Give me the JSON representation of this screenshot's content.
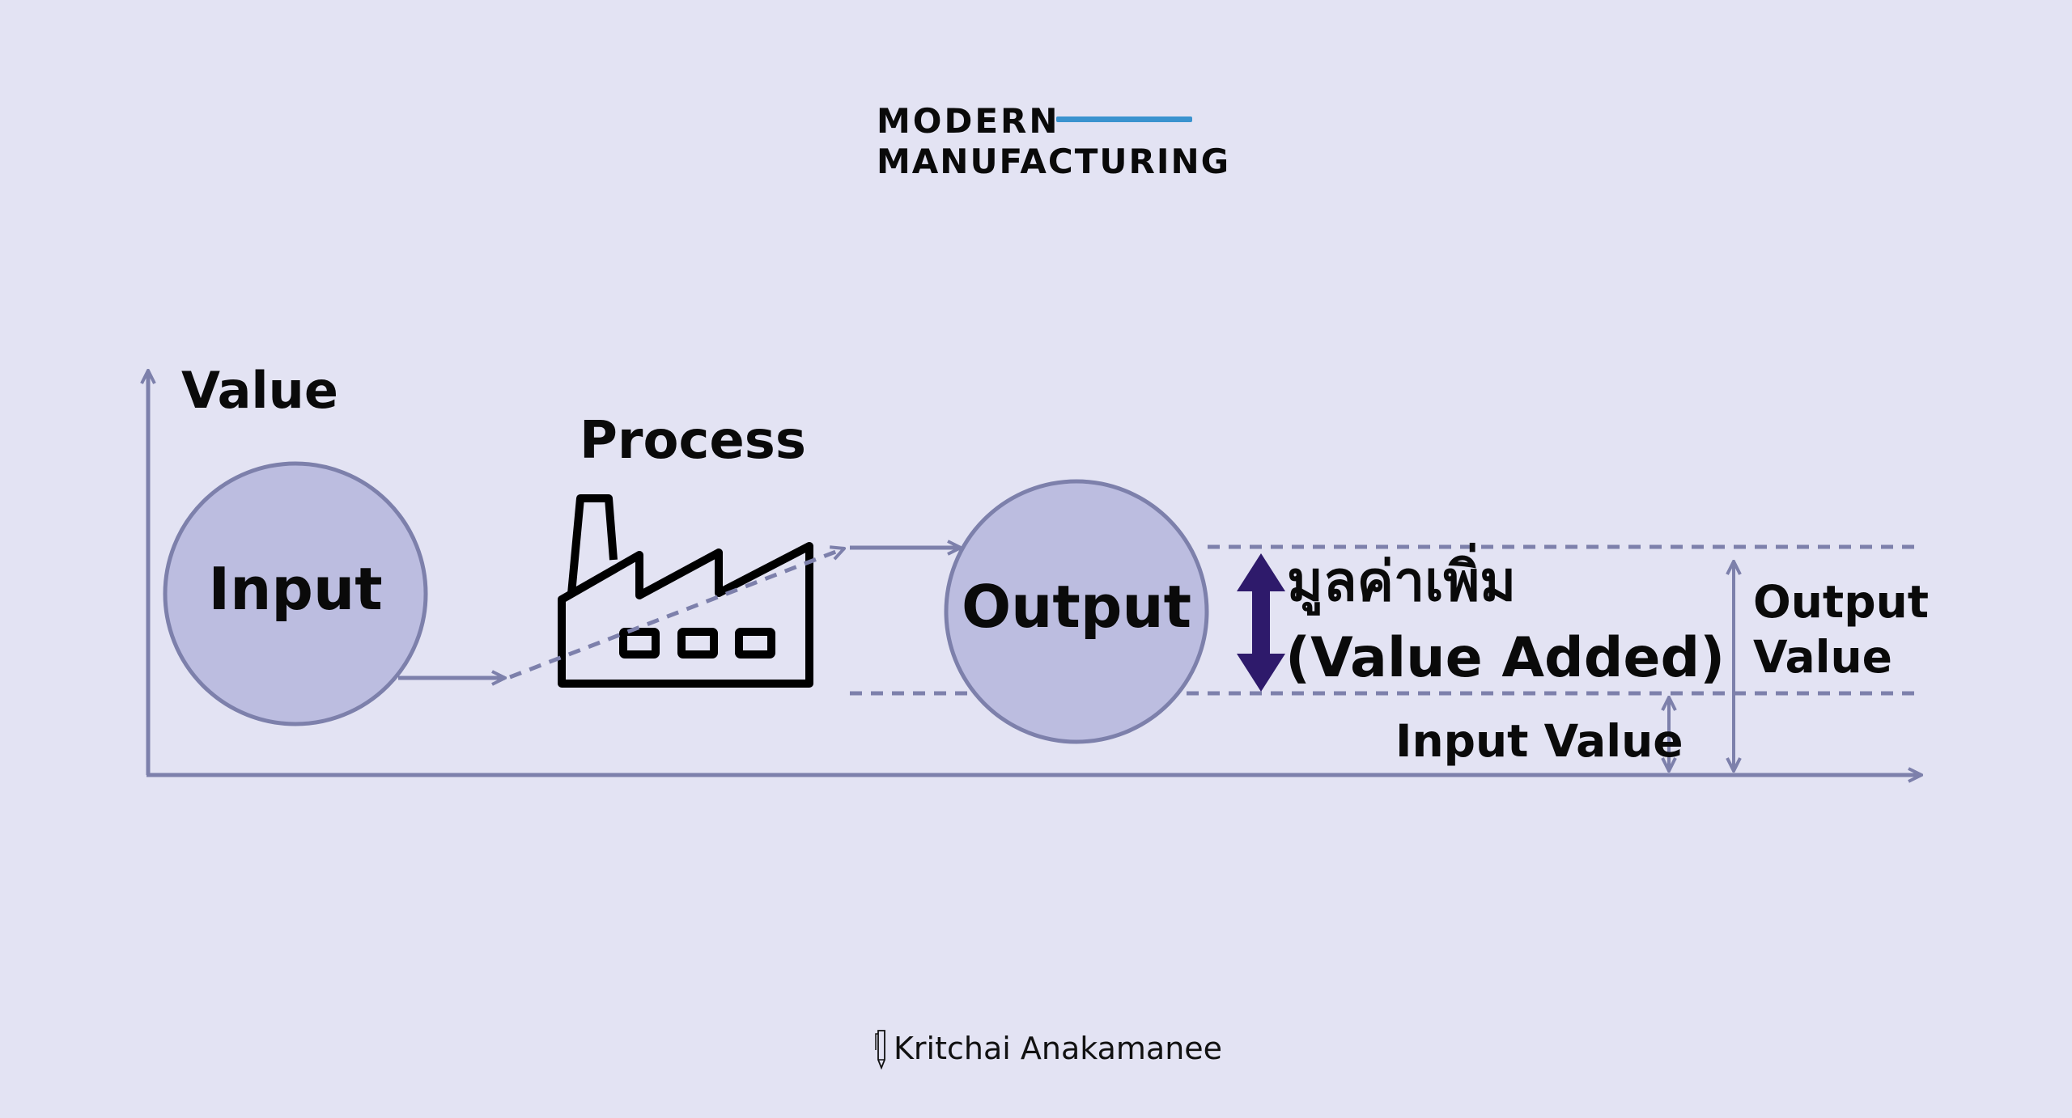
{
  "logo": {
    "line1": "MODERN",
    "line2": "MANUFACTURING",
    "accent_color": "#3a93cf"
  },
  "axes": {
    "y_label": "Value"
  },
  "nodes": {
    "input": "Input",
    "process": "Process",
    "output": "Output"
  },
  "value_added": {
    "thai": "มูลค่าเพิ่ม",
    "english": "(Value Added)"
  },
  "measures": {
    "input_value": "Input Value",
    "output_value_line1": "Output",
    "output_value_line2": "Value"
  },
  "credit": {
    "icon": "pen-icon",
    "author": "Kritchai Anakamanee"
  },
  "colors": {
    "background": "#e3e3f3",
    "line": "#7d80ab",
    "circle_fill": "#bcbde0",
    "value_added_arrow": "#2e1a6b",
    "text": "#0a0a0a"
  }
}
